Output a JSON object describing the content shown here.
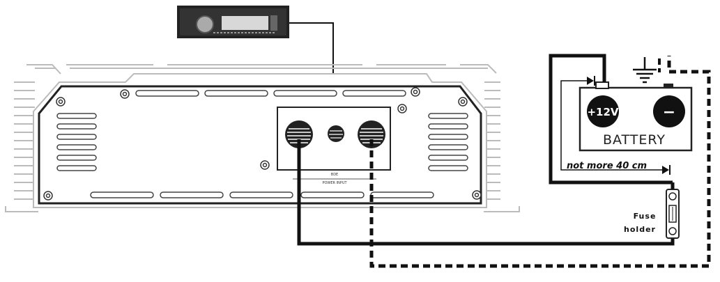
{
  "battery": {
    "positive_label": "+12V",
    "negative_label": "−",
    "name_label": "BATTERY"
  },
  "cable_note": "not more 40 cm",
  "fuse": {
    "label_line1": "Fuse",
    "label_line2": "holder"
  },
  "amp_power_label_line1": "BDE",
  "amp_power_label_line2": "POWER INPUT",
  "colors": {
    "line": "#111111",
    "battery_terminal": "#111111",
    "radio_screen": "#d8d8d8"
  },
  "icons": [
    "ground-icon",
    "diode-icon",
    "radio-head-unit",
    "fuse-icon"
  ]
}
